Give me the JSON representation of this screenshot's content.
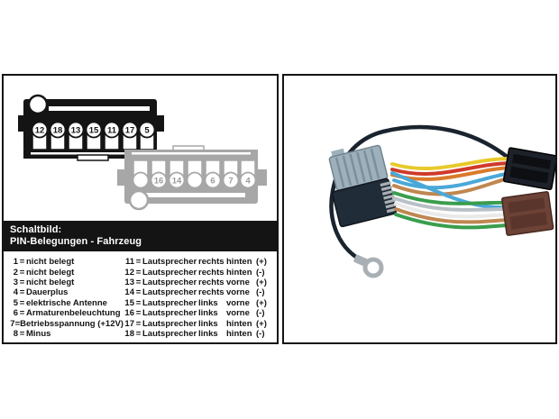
{
  "pin_diagram": {
    "caption_line1": "Schaltbild:",
    "caption_line2": "PIN-Belegungen - Fahrzeug",
    "connector_front": {
      "pins": [
        "12",
        "18",
        "13",
        "15",
        "11",
        "17",
        "5"
      ]
    },
    "connector_rear": {
      "pins": [
        "",
        "16",
        "14",
        "",
        "6",
        "7",
        "4"
      ]
    },
    "pin_list_left": [
      {
        "pin": "1",
        "label": "nicht belegt"
      },
      {
        "pin": "2",
        "label": "nicht belegt"
      },
      {
        "pin": "3",
        "label": "nicht belegt"
      },
      {
        "pin": "4",
        "label": "Dauerplus"
      },
      {
        "pin": "5",
        "label": "elektrische Antenne"
      },
      {
        "pin": "6",
        "label": "Armaturenbeleuchtung"
      },
      {
        "pin": "7",
        "label": "Betriebsspannung (+12V)"
      },
      {
        "pin": "8",
        "label": "Minus"
      }
    ],
    "pin_list_right": [
      {
        "pin": "11",
        "device": "Lautsprecher",
        "side": "rechts",
        "position": "hinten",
        "polarity": "(+)"
      },
      {
        "pin": "12",
        "device": "Lautsprecher",
        "side": "rechts",
        "position": "hinten",
        "polarity": "(-)"
      },
      {
        "pin": "13",
        "device": "Lautsprecher",
        "side": "rechts",
        "position": "vorne",
        "polarity": "(+)"
      },
      {
        "pin": "14",
        "device": "Lautsprecher",
        "side": "rechts",
        "position": "vorne",
        "polarity": "(-)"
      },
      {
        "pin": "15",
        "device": "Lautsprecher",
        "side": "links",
        "position": "vorne",
        "polarity": "(+)"
      },
      {
        "pin": "16",
        "device": "Lautsprecher",
        "side": "links",
        "position": "vorne",
        "polarity": "(-)"
      },
      {
        "pin": "17",
        "device": "Lautsprecher",
        "side": "links",
        "position": "hinten",
        "polarity": "(+)"
      },
      {
        "pin": "18",
        "device": "Lautsprecher",
        "side": "links",
        "position": "hinten",
        "polarity": "(-)"
      }
    ]
  },
  "colors": {
    "panel_border": "#141414",
    "caption_bg": "#141414",
    "caption_fg": "#ffffff",
    "diagram_black": "#141414",
    "diagram_gray": "#a7a7a7",
    "wire_yellow": "#e8c92a",
    "wire_red": "#cf3a2a",
    "wire_orange": "#d97b2b",
    "wire_blue": "#4aa8d8",
    "wire_green": "#3a9e4d",
    "wire_gray": "#b9c0c6",
    "wire_white": "#e9e9e9",
    "wire_tan": "#bf8750",
    "wire_black": "#1a242e",
    "connector_light": "#9db0bc",
    "connector_dark": "#212c39",
    "iso_black": "#1d222a",
    "iso_brown": "#6d4237",
    "terminal_silver": "#a8b0b5"
  }
}
